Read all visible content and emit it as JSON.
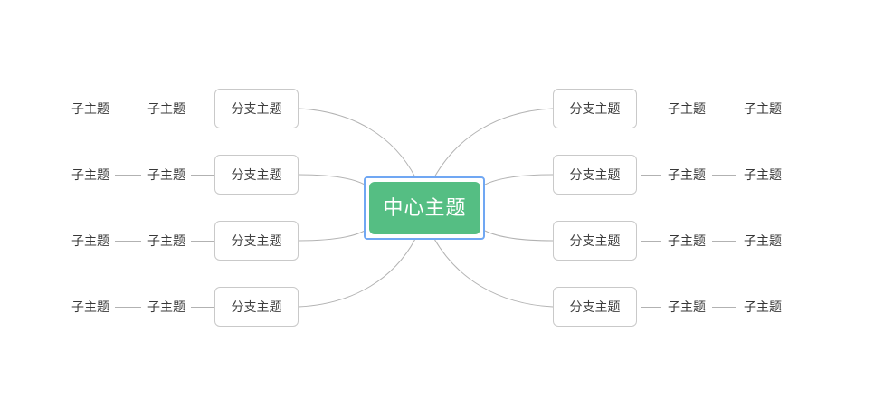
{
  "colors": {
    "background": "#ffffff",
    "center_background": "#55be83",
    "center_text": "#ffffff",
    "selection_outline": "#70a7f3",
    "branch_border": "#c9c9c9",
    "branch_text": "#3f3f3f",
    "subtopic_text": "#383838",
    "connector_line": "#b2b2b2"
  },
  "center": {
    "label": "中心主题",
    "selected": true
  },
  "left_branches": [
    {
      "label": "分支主题",
      "subtopics": [
        "子主题",
        "子主题"
      ]
    },
    {
      "label": "分支主题",
      "subtopics": [
        "子主题",
        "子主题"
      ]
    },
    {
      "label": "分支主题",
      "subtopics": [
        "子主题",
        "子主题"
      ]
    },
    {
      "label": "分支主题",
      "subtopics": [
        "子主题",
        "子主题"
      ]
    }
  ],
  "right_branches": [
    {
      "label": "分支主题",
      "subtopics": [
        "子主题",
        "子主题"
      ]
    },
    {
      "label": "分支主题",
      "subtopics": [
        "子主题",
        "子主题"
      ]
    },
    {
      "label": "分支主题",
      "subtopics": [
        "子主题",
        "子主题"
      ]
    },
    {
      "label": "分支主题",
      "subtopics": [
        "子主题",
        "子主题"
      ]
    }
  ]
}
